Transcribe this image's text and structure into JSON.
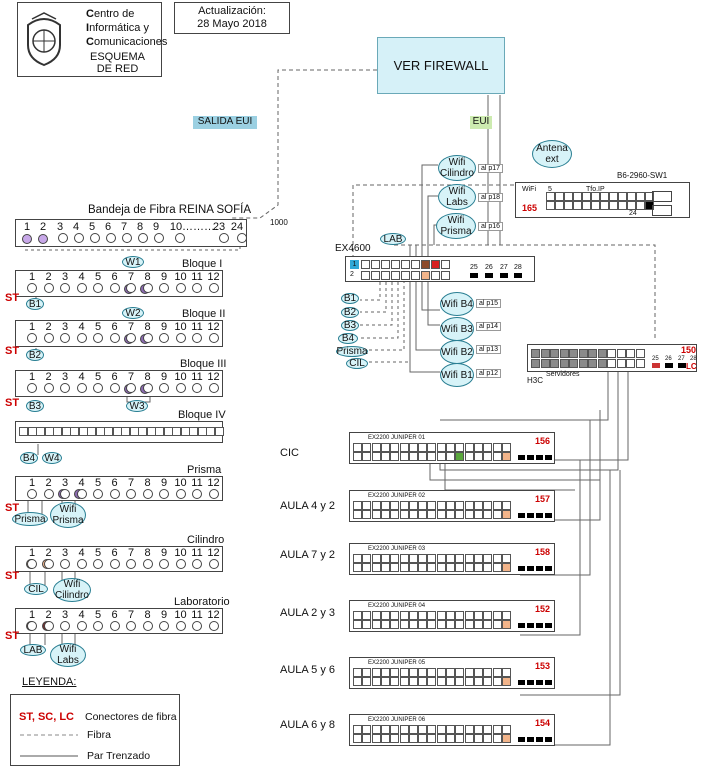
{
  "header": {
    "logo_icon": "university-seal-icon",
    "org_lines": [
      "Centro de",
      "Informática y",
      "Comunicaciones"
    ],
    "org_initials": [
      "C",
      "I",
      "C"
    ],
    "org_rest": [
      "entro de",
      "nformática y",
      "omunicaciones"
    ],
    "doc_title_lines": [
      "ESQUEMA",
      "DE  RED"
    ],
    "update_label": "Actualización:",
    "update_date": "28 Mayo 2018"
  },
  "firewall": {
    "label": "VER FIREWALL"
  },
  "tags": {
    "salida": "SALIDA EUI",
    "eui": "EUI"
  },
  "fiber_label": "1000",
  "bandeja": {
    "title": "Bandeja de Fibra REINA SOFÍA",
    "labels": [
      "1",
      "2",
      "3",
      "4",
      "5",
      "6",
      "7",
      "8",
      "9",
      "10",
      "……….",
      "23",
      "24"
    ]
  },
  "bloques": [
    {
      "title": "Bloque I",
      "tag": "W1",
      "local": "B1"
    },
    {
      "title": "Bloque II",
      "tag": "W2",
      "local": "B2"
    },
    {
      "title": "Bloque III",
      "tag": "W3",
      "local": "B3"
    },
    {
      "title": "Bloque IV",
      "local": "B4",
      "wifi": "W4"
    },
    {
      "title": "Prisma",
      "local": "Prisma",
      "wifi": "Wifi Prisma"
    },
    {
      "title": "Cilindro",
      "local": "CIL",
      "wifi": "Wifi Cilindro"
    },
    {
      "title": "Laboratorio",
      "local": "LAB",
      "wifi": "Wifi Labs"
    }
  ],
  "port_numbers": [
    "1",
    "2",
    "3",
    "4",
    "5",
    "6",
    "7",
    "8",
    "9",
    "10",
    "11",
    "12"
  ],
  "st_label": "ST",
  "ex4600": {
    "name": "EX4600",
    "lab": "LAB",
    "ports_right": [
      "25",
      "26",
      "27",
      "28"
    ],
    "row_nums": [
      "1",
      "2"
    ],
    "left_clients": [
      "B1",
      "B2",
      "B3",
      "B4",
      "Prisma",
      "CIL"
    ],
    "wifi_top": [
      {
        "label": "Wifi Cilindro",
        "tag": "al p17"
      },
      {
        "label": "Wifi Labs",
        "tag": "al p18"
      },
      {
        "label": "Wifi Prisma",
        "tag": "al p16"
      }
    ],
    "wifi_bottom": [
      {
        "label": "Wifi B4",
        "tag": "al p15"
      },
      {
        "label": "Wifi B3",
        "tag": "al p14"
      },
      {
        "label": "Wifi B2",
        "tag": "al p13"
      },
      {
        "label": "Wifi B1",
        "tag": "al p12"
      }
    ]
  },
  "b6": {
    "name": "B6-2960-SW1",
    "antena": "Antena ext",
    "wifi": "WiFi",
    "five": "5",
    "tfo": "Tfo.IP",
    "num": "165",
    "port24": "24"
  },
  "h3c": {
    "name": "H3C",
    "servidores": "Servidores",
    "num": "150",
    "lc": "LC",
    "ports": [
      "25",
      "26",
      "27",
      "28"
    ]
  },
  "junipers": [
    {
      "room": "CIC",
      "model": "EX2200  JUNIPER 01",
      "num": "156"
    },
    {
      "room": "AULA 4 y 2",
      "model": "EX2200  JUNIPER 02",
      "num": "157"
    },
    {
      "room": "AULA 7 y 2",
      "model": "EX2200  JUNIPER 03",
      "num": "158"
    },
    {
      "room": "AULA 2 y 3",
      "model": "EX2200  JUNIPER 04",
      "num": "152"
    },
    {
      "room": "AULA 5 y 6",
      "model": "EX2200  JUNIPER 05",
      "num": "153"
    },
    {
      "room": "AULA 6 y 8",
      "model": "EX2200  JUNIPER 06",
      "num": "154"
    }
  ],
  "legend": {
    "title": "LEYENDA:",
    "connectors_code": "ST, SC, LC",
    "connectors_text": "Conectores de fibra",
    "fibra": "Fibra",
    "par": "Par Trenzado"
  }
}
